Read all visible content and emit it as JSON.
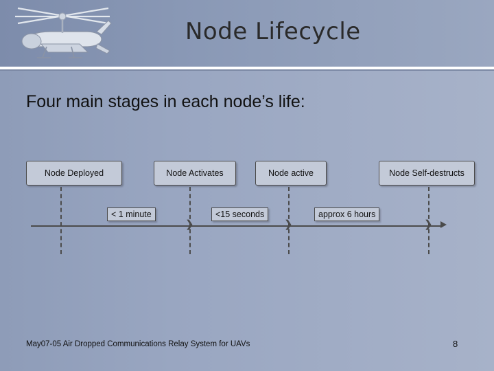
{
  "slide": {
    "title": "Node Lifecycle",
    "bullet": "Four main stages in each node’s life:",
    "logo_alt": "uav-drone-illustration"
  },
  "diagram": {
    "stages": [
      {
        "label": "Node Deployed"
      },
      {
        "label": "Node Activates"
      },
      {
        "label": "Node active"
      },
      {
        "label": "Node Self-destructs"
      }
    ],
    "durations": [
      {
        "label": "< 1 minute"
      },
      {
        "label": "<15 seconds"
      },
      {
        "label": "approx 6 hours"
      }
    ]
  },
  "footer": {
    "text": "May07-05 Air Dropped Communications Relay System for UAVs",
    "page": "8"
  }
}
